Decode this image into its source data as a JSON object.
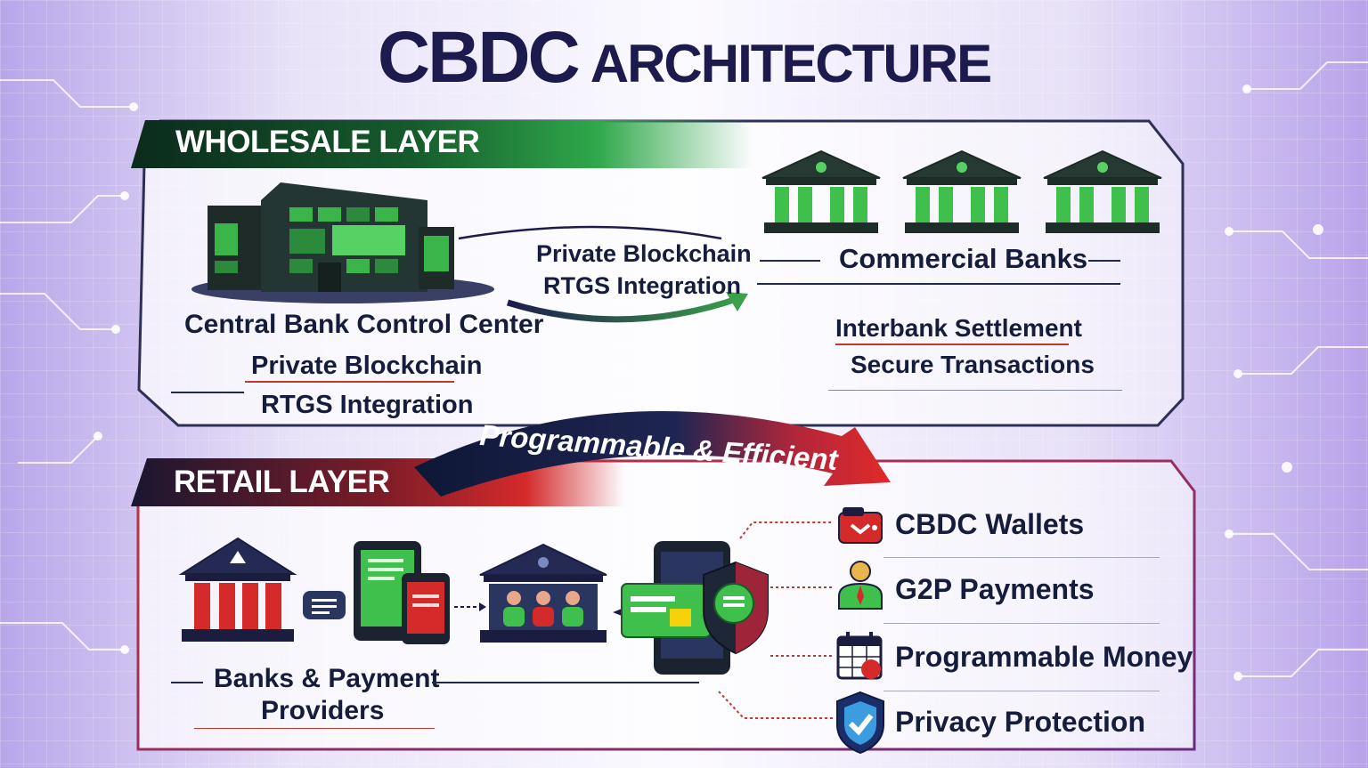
{
  "title": {
    "part1": "CBDC",
    "part2": "ARCHITECTURE"
  },
  "colors": {
    "navy": "#1d1b4d",
    "wholesale_green": "#2fa84a",
    "retail_red": "#d42a2a",
    "background_purple": "#b9a6ea"
  },
  "wholesale": {
    "banner": "WHOLESALE LAYER",
    "central_bank": {
      "name": "Central Bank Control Center",
      "line1": "Private Blockchain",
      "line2": "RTGS Integration",
      "icon": "central-bank-building-icon"
    },
    "connector": {
      "line1": "Private Blockchain",
      "line2": "RTGS Integration"
    },
    "banks": {
      "label": "Commercial Banks",
      "icons": [
        "bank-icon",
        "bank-icon",
        "bank-icon"
      ]
    },
    "features": [
      "Interbank Settlement",
      "Secure Transactions"
    ]
  },
  "bridge": {
    "label": "Programmable & Efficient"
  },
  "retail": {
    "banner": "RETAIL LAYER",
    "providers_label": {
      "line1": "Banks & Payment",
      "line2": "Providers"
    },
    "flow_icons": [
      "bank-icon",
      "message-icon",
      "mobile-phones-icon",
      "community-bank-icon",
      "wallet-phone-shield-icon"
    ],
    "features": [
      {
        "label": "CBDC Wallets",
        "icon": "wallet-icon"
      },
      {
        "label": "G2P Payments",
        "icon": "person-icon"
      },
      {
        "label": "Programmable Money",
        "icon": "calendar-icon"
      },
      {
        "label": "Privacy Protection",
        "icon": "shield-check-icon"
      }
    ]
  }
}
